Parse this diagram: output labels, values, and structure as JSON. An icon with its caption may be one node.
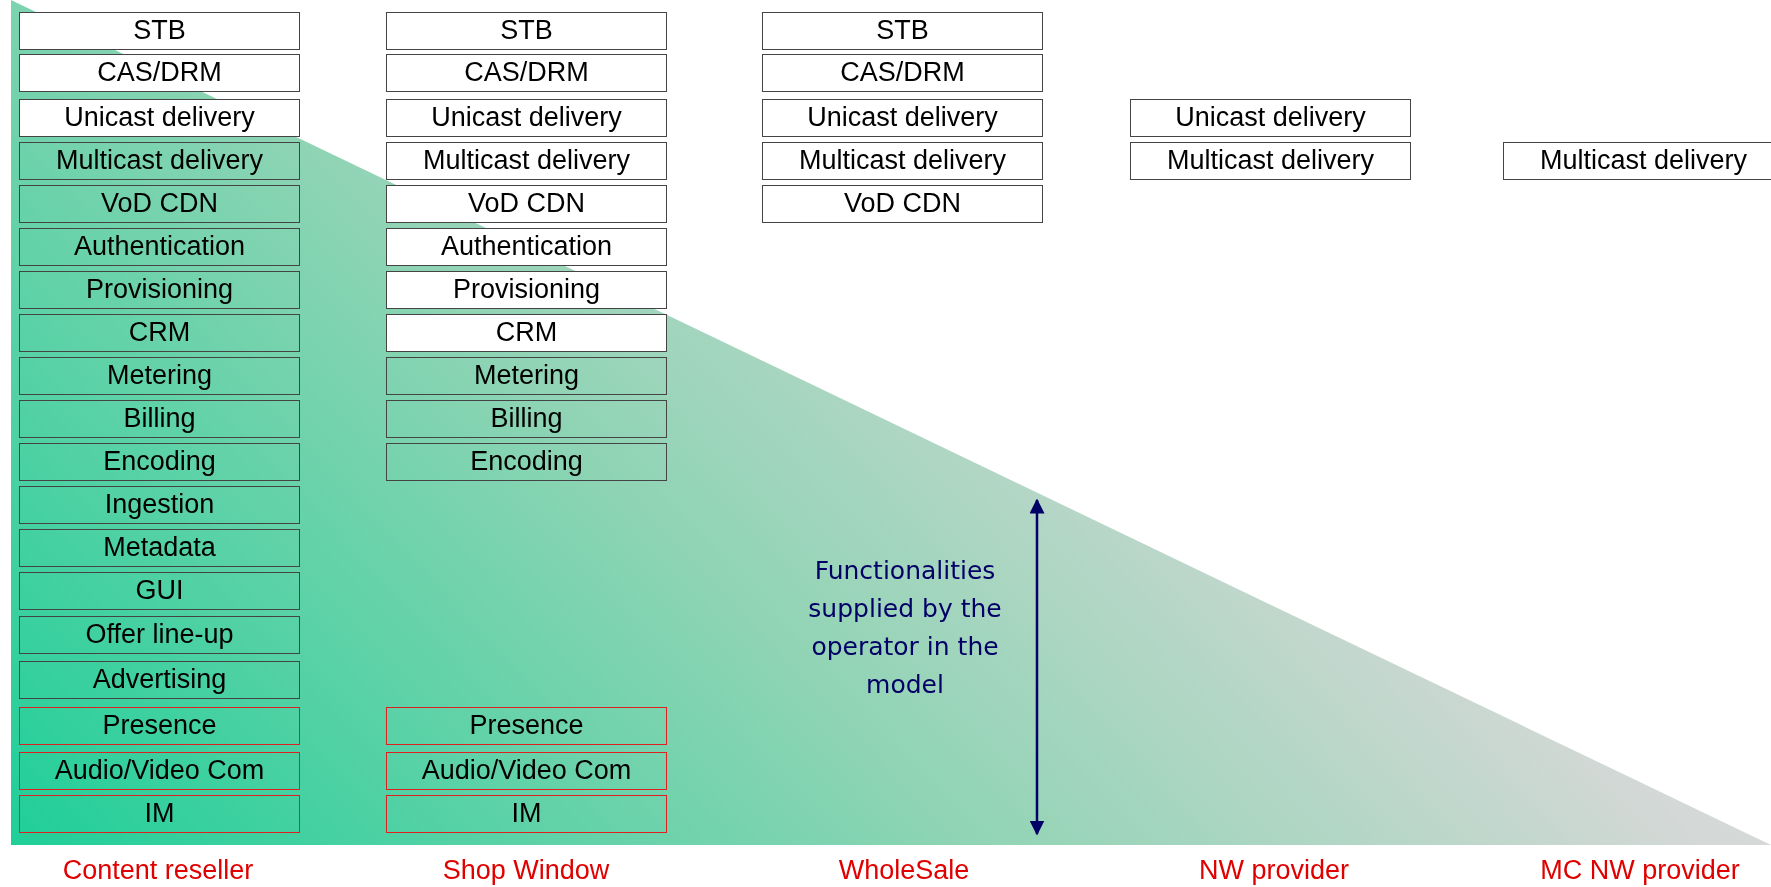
{
  "diagram": {
    "nodes": [
      {
        "text": [
          "STB"
        ]
      },
      {
        "text": [
          "CAS/DRM"
        ]
      },
      {
        "text": [
          "Unicast delivery"
        ]
      },
      {
        "text": [
          "Multicast delivery"
        ]
      },
      {
        "text": [
          "VoD CDN"
        ]
      },
      {
        "text": [
          "Authentication"
        ]
      },
      {
        "text": [
          "Provisioning"
        ]
      },
      {
        "text": [
          "CRM"
        ]
      },
      {
        "text": [
          "Metering"
        ]
      },
      {
        "text": [
          "Billing"
        ]
      },
      {
        "text": [
          "Encoding"
        ]
      },
      {
        "text": [
          "Ingestion"
        ]
      },
      {
        "text": [
          "Metadata"
        ]
      },
      {
        "text": [
          "GUI"
        ]
      },
      {
        "text": [
          "Offer line-up"
        ]
      },
      {
        "text": [
          "Advertising"
        ]
      },
      {
        "text": [
          "Presence"
        ]
      },
      {
        "text": [
          "Audio/Video Com"
        ]
      },
      {
        "text": [
          "IM"
        ]
      },
      {
        "text": [
          "STB"
        ]
      },
      {
        "text": [
          "CAS/DRM"
        ]
      },
      {
        "text": [
          "Unicast delivery"
        ]
      },
      {
        "text": [
          "Multicast delivery"
        ]
      },
      {
        "text": [
          "VoD CDN"
        ]
      },
      {
        "text": [
          "Authentication"
        ]
      },
      {
        "text": [
          "Provisioning"
        ]
      },
      {
        "text": [
          "CRM"
        ]
      },
      {
        "text": [
          "Metering"
        ]
      },
      {
        "text": [
          "Billing"
        ]
      },
      {
        "text": [
          "Encoding"
        ]
      },
      {
        "text": [
          "Presence"
        ]
      },
      {
        "text": [
          "Audio/Video Com"
        ]
      },
      {
        "text": [
          "IM"
        ]
      },
      {
        "text": [
          "STB"
        ]
      },
      {
        "text": [
          "CAS/DRM"
        ]
      },
      {
        "text": [
          "Unicast delivery"
        ]
      },
      {
        "text": [
          "Multicast delivery"
        ]
      },
      {
        "text": [
          "VoD CDN"
        ]
      },
      {
        "text": [
          "Unicast delivery"
        ]
      },
      {
        "text": [
          "Multicast delivery"
        ]
      },
      {
        "text": [
          "Multicast delivery"
        ]
      }
    ],
    "labels": [
      "Functionalities supplied by the operator in the model",
      "Content reseller",
      "Shop Window",
      "WholeSale",
      "NW provider",
      "MC NW provider"
    ]
  }
}
